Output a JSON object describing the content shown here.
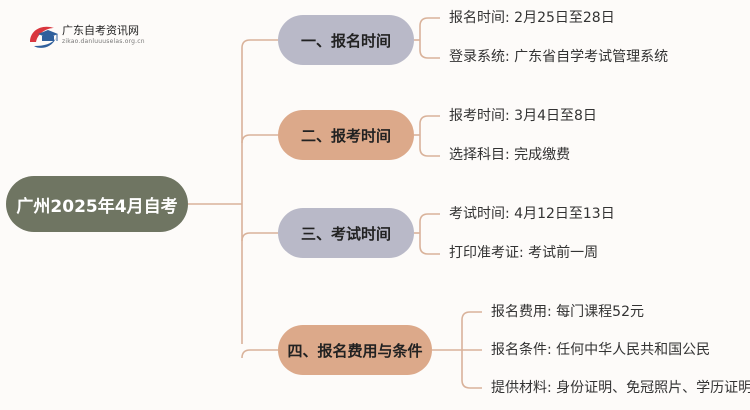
{
  "logo": {
    "title": "广东自考资讯网",
    "subtitle": "zikao.danluuuselas.org.cn",
    "icon": "graduation-cap-icon",
    "colors": {
      "accent_red": "#d9363e",
      "accent_blue": "#2f5f9c"
    }
  },
  "root": {
    "label": "广州2025年4月自考"
  },
  "branches": [
    {
      "label": "一、报名时间",
      "style": "gray",
      "items": [
        {
          "label": "报名时间:",
          "value": "2月25日至28日"
        },
        {
          "label": "登录系统:",
          "value": "广东省自学考试管理系统"
        }
      ]
    },
    {
      "label": "二、报考时间",
      "style": "peach",
      "items": [
        {
          "label": "报考时间:",
          "value": "3月4日至8日"
        },
        {
          "label": "选择科目:",
          "value": "完成缴费"
        }
      ]
    },
    {
      "label": "三、考试时间",
      "style": "gray",
      "items": [
        {
          "label": "考试时间:",
          "value": "4月12日至13日"
        },
        {
          "label": "打印准考证:",
          "value": "考试前一周"
        }
      ]
    },
    {
      "label": "四、报名费用与条件",
      "style": "peach",
      "items": [
        {
          "label": "报名费用:",
          "value": "每门课程52元"
        },
        {
          "label": "报名条件:",
          "value": "任何中华人民共和国公民"
        },
        {
          "label": "提供材料:",
          "value": "身份证明、免冠照片、学历证明"
        }
      ]
    }
  ],
  "colors": {
    "root_fill": "#6f7562",
    "gray_fill": "#b9b9c8",
    "peach_fill": "#dca98a",
    "connector": "#d9b29a",
    "background": "#fdfbf9"
  }
}
